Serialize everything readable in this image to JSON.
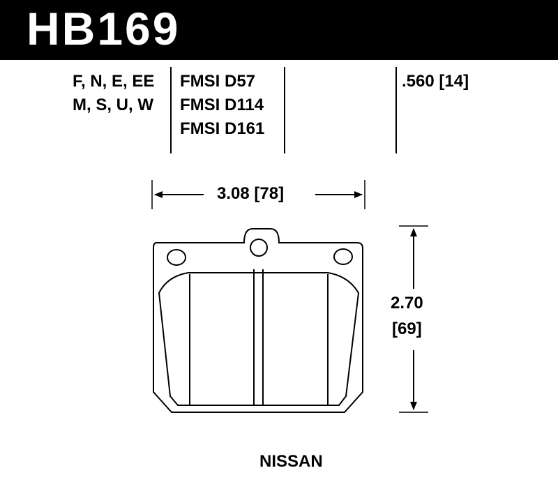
{
  "header": {
    "part_number": "HB169"
  },
  "specs": {
    "compounds": [
      "F, N, E, EE",
      "M, S, U, W"
    ],
    "fmsi": [
      "FMSI D57",
      "FMSI D114",
      "FMSI D161"
    ],
    "thickness": ".560 [14]"
  },
  "dimensions": {
    "width": "3.08 [78]",
    "height_in": "2.70",
    "height_mm": "[69]"
  },
  "brand": "NISSAN"
}
